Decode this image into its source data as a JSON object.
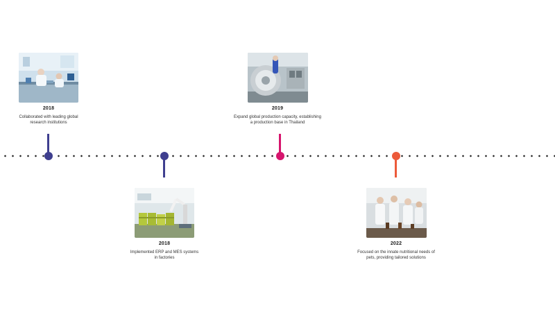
{
  "timeline": {
    "events": [
      {
        "year": "2018",
        "description": "Collaborated with leading global research institutions",
        "marker_color": "#3f3f8f",
        "photo_icon": "laboratory-research-photo"
      },
      {
        "year": "2018",
        "description": "Implemented ERP and MES systems in factories",
        "marker_color": "#3f3f8f",
        "photo_icon": "factory-robot-arm-photo"
      },
      {
        "year": "2019",
        "description": "Expand global production capacity, establishing a production base in Thailand",
        "marker_color": "#d6156d",
        "photo_icon": "production-machinery-photo"
      },
      {
        "year": "2022",
        "description": "Focused on the innate nutritional needs of pets, providing tailored solutions",
        "marker_color": "#ec5a3a",
        "photo_icon": "nutrition-lab-scientists-photo"
      }
    ]
  }
}
